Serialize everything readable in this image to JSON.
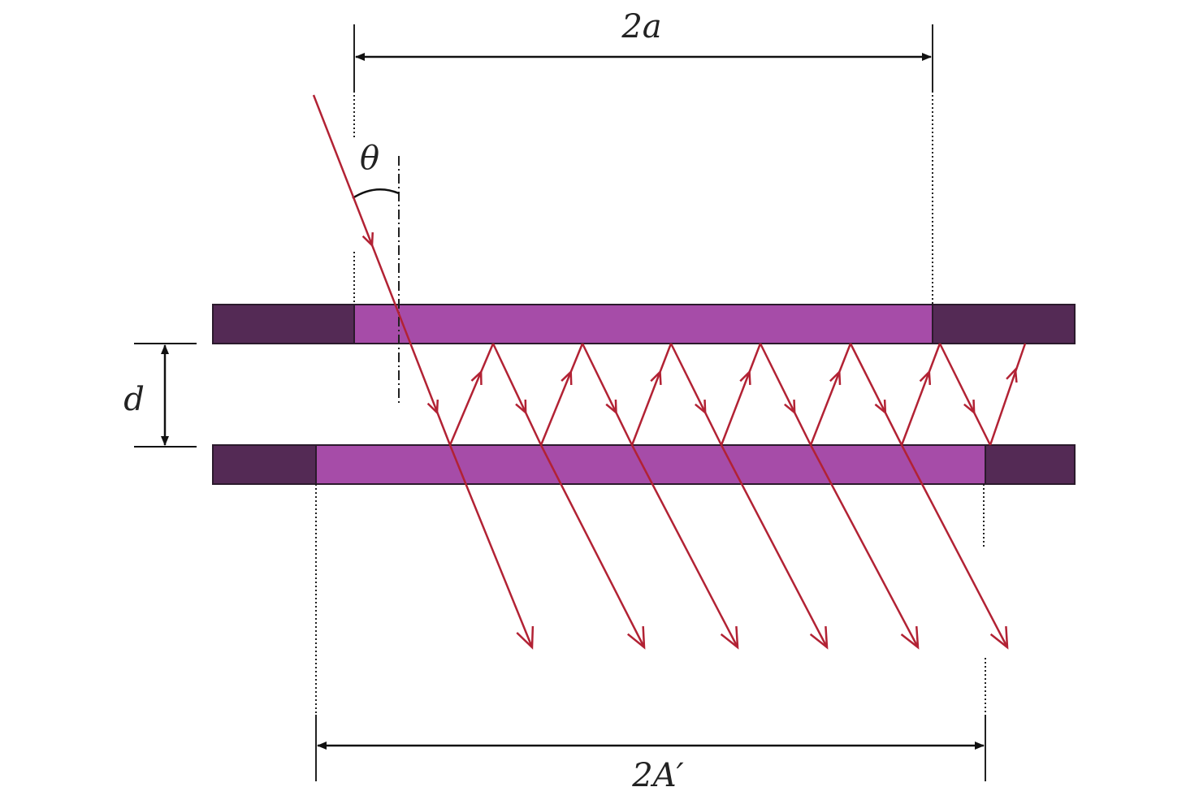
{
  "labels": {
    "top_width": "2a",
    "bottom_width": "2A′",
    "gap": "d",
    "angle": "θ"
  },
  "colors": {
    "plate_body": "#a64ca8",
    "plate_end": "#542a55",
    "plate_outline": "#2b1a2c",
    "ray": "#b22234",
    "dimension": "#111111",
    "guide": "#222222"
  }
}
